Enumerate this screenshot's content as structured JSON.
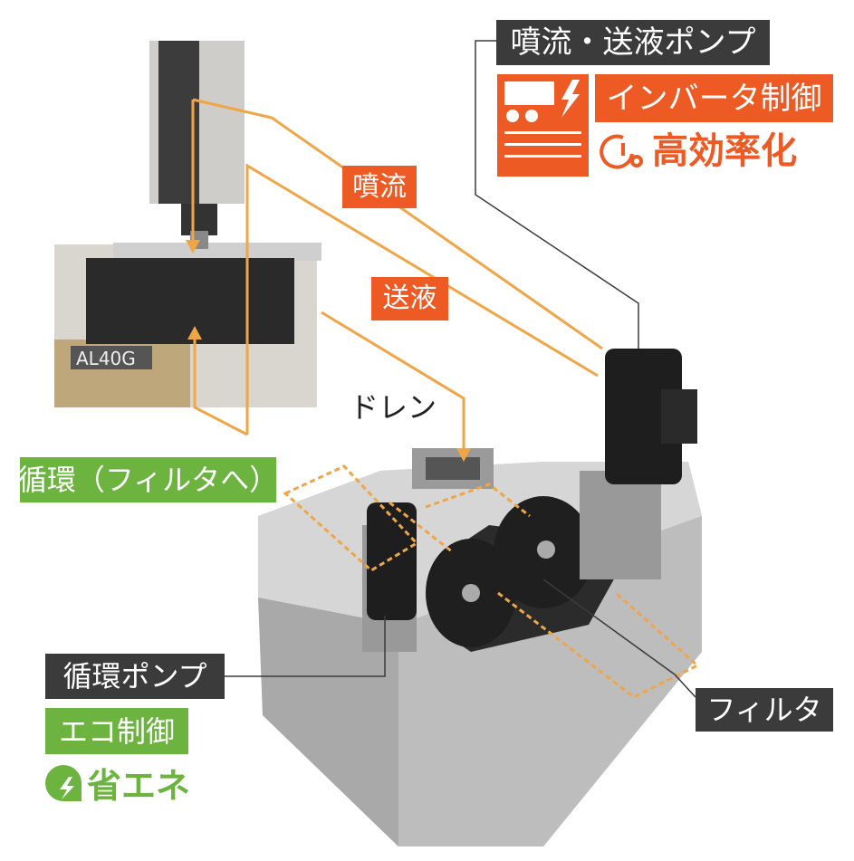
{
  "labels": {
    "jet_transfer_pump": "噴流・送液ポンプ",
    "inverter_control": "インバータ制御",
    "high_efficiency": "高効率化",
    "jet": "噴流",
    "transfer": "送液",
    "drain": "ドレン",
    "circulation_to_filter": "循環（フィルタへ）",
    "circulation_pump": "循環ポンプ",
    "eco_control": "エコ制御",
    "energy_saving": "省エネ",
    "filter": "フィルタ"
  },
  "machine_logo": "AL40G",
  "colors": {
    "dark": "#3b3b3b",
    "orange": "#ee5a24",
    "green": "#6cb33f",
    "flow_line": "#f0a547"
  }
}
